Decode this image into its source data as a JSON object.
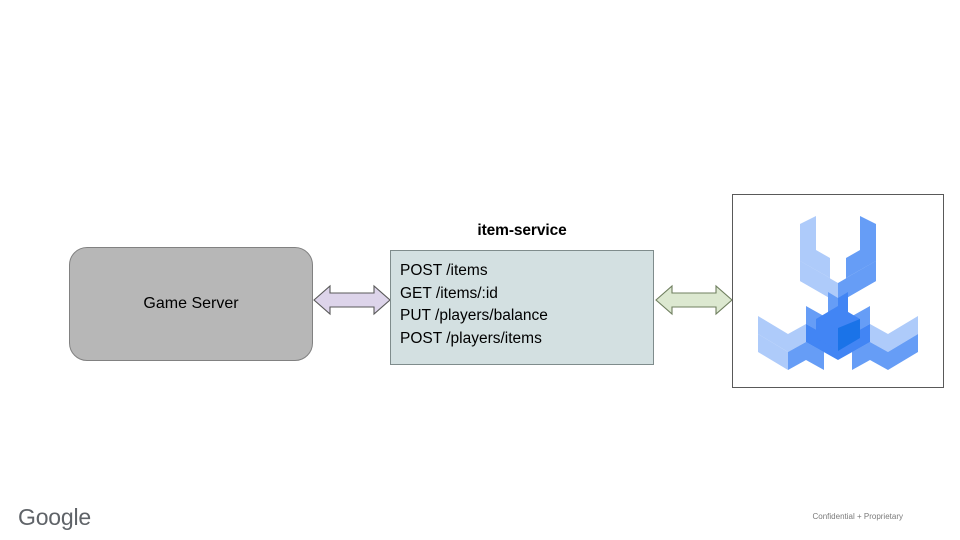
{
  "slide": {
    "background_color": "#ffffff"
  },
  "nodes": {
    "game_server": {
      "label": "Game Server",
      "fill_color": "#b7b7b7",
      "border_color": "#818181"
    },
    "item_service": {
      "title": "item-service",
      "fill_color": "#d3e0e1",
      "border_color": "#7f8c8c",
      "endpoints": [
        "POST /items",
        "GET /items/:id",
        "PUT /players/balance",
        "POST /players/items"
      ]
    },
    "cloud_tools": {
      "icon_name": "cloud-tools-wrench-icon",
      "frame_border_color": "#595959",
      "color_light": "#aecbfa",
      "color_mid": "#669df6",
      "color_dark": "#4285f4",
      "color_deep": "#1a73e8"
    }
  },
  "connectors": {
    "game_server_to_item_service": {
      "name": "double-arrow-left",
      "fill_color": "#ddd4ea",
      "border_color": "#595959"
    },
    "item_service_to_cloud_tools": {
      "name": "double-arrow-right",
      "fill_color": "#dce8d0",
      "border_color": "#6f7f5f"
    }
  },
  "footer": {
    "brand": "Google",
    "brand_color": "#5f6368",
    "confidentiality": "Confidential + Proprietary",
    "confidentiality_color": "#7b7b7b"
  }
}
